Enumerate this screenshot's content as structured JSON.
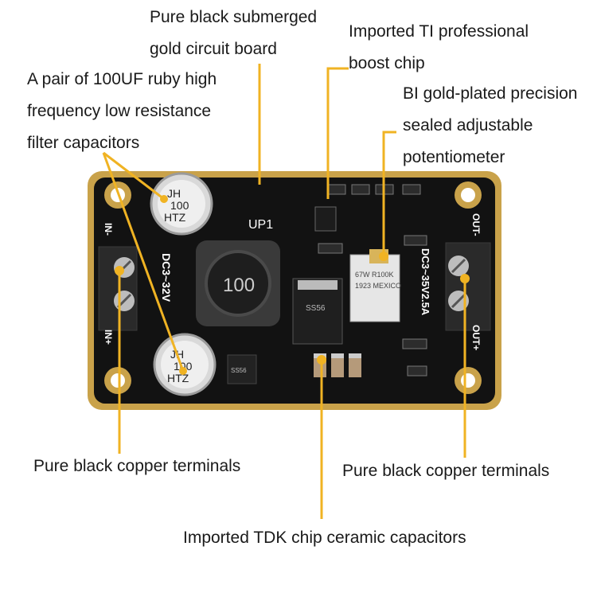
{
  "callouts": {
    "board": [
      "Pure black submerged",
      "gold circuit board"
    ],
    "chip": [
      "Imported TI professional",
      "boost chip"
    ],
    "capacitors": [
      "A pair of 100UF ruby high",
      "frequency low resistance",
      "filter capacitors"
    ],
    "potentiometer": [
      "BI gold-plated precision",
      "sealed adjustable",
      "potentiometer"
    ],
    "terminals_left": "Pure black copper terminals",
    "terminals_right": "Pure black copper terminals",
    "ceramic_caps": "Imported TDK chip ceramic capacitors"
  },
  "board_marks": {
    "up1": "UP1",
    "input_range": "DC3~32V",
    "output_range": "DC3~35V2.5A",
    "in_minus": "IN-",
    "in_plus": "IN+",
    "out_minus": "OUT-",
    "out_plus": "OUT+",
    "cap_top": [
      "JH",
      "100",
      "HTZ"
    ],
    "cap_bottom": [
      "JH",
      "100",
      "HTZ"
    ],
    "inductor": "100",
    "diode": "SS56",
    "small_chip": "SS56",
    "pot": [
      "67W R100K",
      "1923 MEXICO"
    ]
  },
  "colors": {
    "pcb": "#121212",
    "gold": "#c9a24a",
    "callout_line": "#f0b323"
  }
}
